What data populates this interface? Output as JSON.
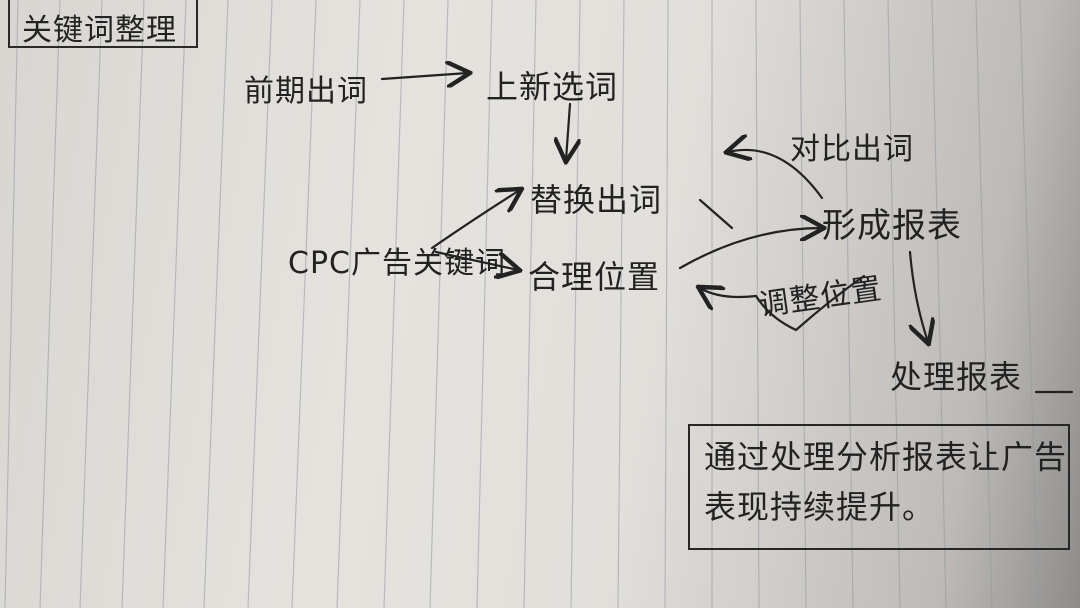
{
  "title": "关键词整理",
  "nodes": {
    "previous_keywords": "前期出词",
    "new_keywords": "上新选词",
    "replace_keywords": "替换出词",
    "cpc_ad_keywords": "CPC广告关键词",
    "reasonable_position": "合理位置",
    "compare_keywords": "对比出词",
    "form_report": "形成报表",
    "adjust_position": "调整位置",
    "process_report": "处理报表"
  },
  "summary": {
    "line1": "通过处理分析报表让广告",
    "line2": "表现持续提升。"
  }
}
